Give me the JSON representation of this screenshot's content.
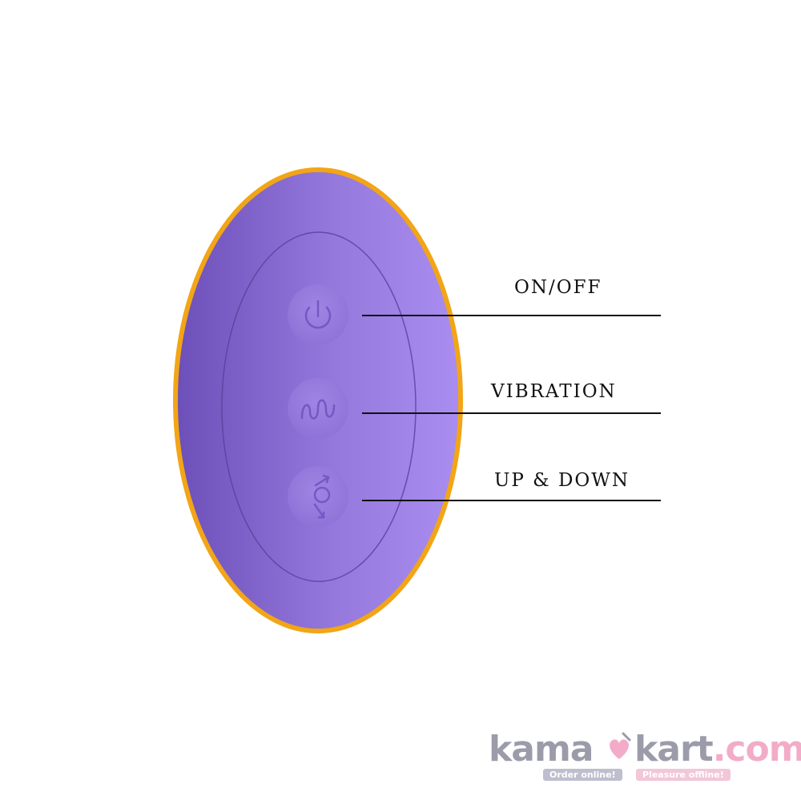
{
  "callouts": {
    "on_off": "ON/OFF",
    "vibration": "VIBRATION",
    "up_down": "UP & DOWN"
  },
  "watermark": {
    "brand_left": "kama",
    "brand_right": "kart",
    "brand_suffix": ".com",
    "tagline_left": "Order online!",
    "tagline_right": "Pleasure offline!"
  },
  "colors": {
    "body_purple": "#9b7fe0",
    "outline_orange": "#f2a516",
    "accent_pink": "#e86a9a"
  },
  "icons": {
    "button_1": "power-icon",
    "button_2": "wave-icon",
    "button_3": "up-down-arrows-icon"
  }
}
